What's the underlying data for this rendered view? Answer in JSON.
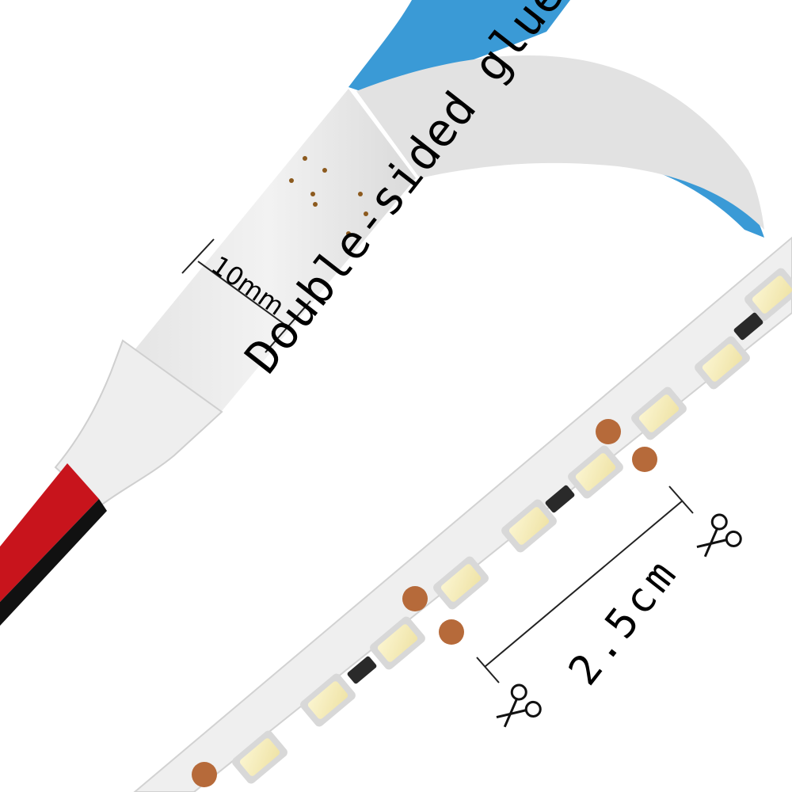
{
  "labels": {
    "adhesive": "Double-sided glue",
    "strip_width": "10mm",
    "cut_pitch": "2.5cm"
  },
  "colors": {
    "backing_tape": "#3a9ad6",
    "strip_pcb": "#eeeeee",
    "led_phosphor": "#f7f0c2",
    "solder_pad": "#b66a3a",
    "wire_red": "#c8141c",
    "wire_black": "#111111"
  },
  "icons": [
    "scissors-icon",
    "scissors-icon"
  ]
}
